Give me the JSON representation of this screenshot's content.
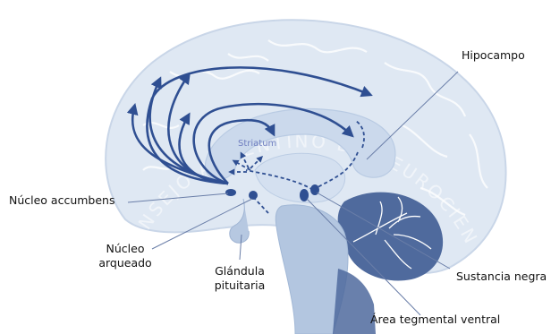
{
  "labels": {
    "hipocampo": "Hipocampo",
    "striatum": "Striatum",
    "nucleo_accumbens": "Núcleo accumbens",
    "nucleo_arqueado_1": "Núcleo",
    "nucleo_arqueado_2": "arqueado",
    "glandula_1": "Glándula",
    "glandula_2": "pituitaria",
    "sustancia_negra": "Sustancia negra",
    "area_tegmental": "Área tegmental ventral"
  },
  "watermark": "CONSEJO ARGENTINO DE NEUROCIENCIAS",
  "colors": {
    "brain_fill": "#dfe8f3",
    "brain_stroke": "#c9d6e8",
    "inner_fill": "#cbd9ec",
    "pathway": "#2f4f92",
    "cerebellum": "#4f6a9d",
    "brainstem": "#b3c6e0",
    "label_text": "#111111"
  }
}
